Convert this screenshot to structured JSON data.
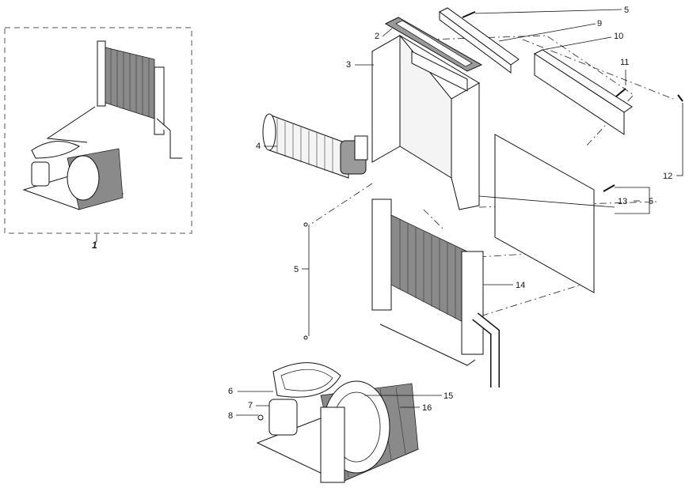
{
  "diagram": {
    "callouts": {
      "c1": "1",
      "c2": "2",
      "c3": "3",
      "c4": "4",
      "c5a": "5",
      "c5b": "5",
      "c5c": "5",
      "c6": "6",
      "c7": "7",
      "c8": "8",
      "c9": "9",
      "c10": "10",
      "c11": "11",
      "c12": "12",
      "c13": "13",
      "c14": "14",
      "c15": "15",
      "c16": "16"
    }
  }
}
